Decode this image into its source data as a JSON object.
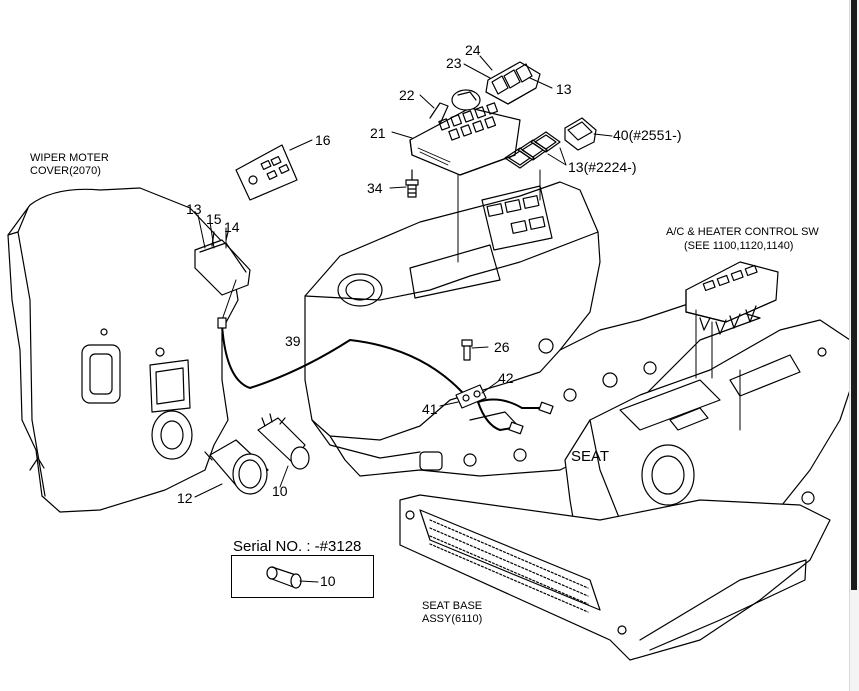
{
  "labels": {
    "wiper_cover": "WIPER MOTER\nCOVER(2070)",
    "p16": "16",
    "p13a": "13",
    "p15": "15",
    "p14": "14",
    "p24": "24",
    "p23": "23",
    "p13b": "13",
    "p22": "22",
    "p21": "21",
    "p40": "40(#2551-)",
    "p13c": "13(#2224-)",
    "p34": "34",
    "ac_title": "A/C & HEATER CONTROL SW",
    "ac_sub": "(SEE 1100,1120,1140)",
    "p39": "39",
    "p26": "26",
    "p42": "42",
    "p41": "41",
    "seat": "SEAT",
    "p12": "12",
    "p10a": "10",
    "serial": "Serial NO. : -#3128",
    "p10b": "10",
    "seat_base": "SEAT BASE\nASSY(6110)"
  }
}
